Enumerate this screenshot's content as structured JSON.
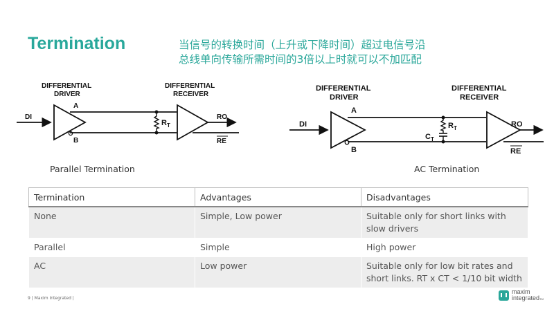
{
  "slide": {
    "title": "Termination",
    "subtitle_line1": "当信号的转换时间（上升或下降时间）超过电信号沿",
    "subtitle_line2": "总线单向传输所需时间的3倍以上时就可以不加匹配"
  },
  "diagram_left": {
    "driver_label_1": "DIFFERENTIAL",
    "driver_label_2": "DRIVER",
    "receiver_label_1": "DIFFERENTIAL",
    "receiver_label_2": "RECEIVER",
    "input": "DI",
    "line_a": "A",
    "line_b": "B",
    "resistor": "R",
    "resistor_sub": "T",
    "output": "RO",
    "enable": "RE",
    "caption": "Parallel Termination"
  },
  "diagram_right": {
    "driver_label_1": "DIFFERENTIAL",
    "driver_label_2": "DRIVER",
    "receiver_label_1": "DIFFERENTIAL",
    "receiver_label_2": "RECEIVER",
    "input": "DI",
    "line_a": "A",
    "line_b": "B",
    "resistor": "R",
    "resistor_sub": "T",
    "capacitor": "C",
    "capacitor_sub": "T",
    "output": "RO",
    "enable": "RE",
    "caption": "AC Termination"
  },
  "table": {
    "headers": [
      "Termination",
      "Advantages",
      "Disadvantages"
    ],
    "rows": [
      [
        "None",
        "Simple, Low power",
        "Suitable only for short links with slow drivers"
      ],
      [
        "Parallel",
        "Simple",
        "High power"
      ],
      [
        "AC",
        "Low power",
        "Suitable only for low bit rates and short links. RT x CT < 1/10 bit width"
      ]
    ]
  },
  "footer": {
    "text": "9 |  Maxim Integrated  |"
  },
  "logo": {
    "line1": "maxim",
    "line2": "integrated",
    "tm": "TM"
  },
  "colors": {
    "accent": "#29a89b",
    "table_stripe": "#ededed"
  }
}
